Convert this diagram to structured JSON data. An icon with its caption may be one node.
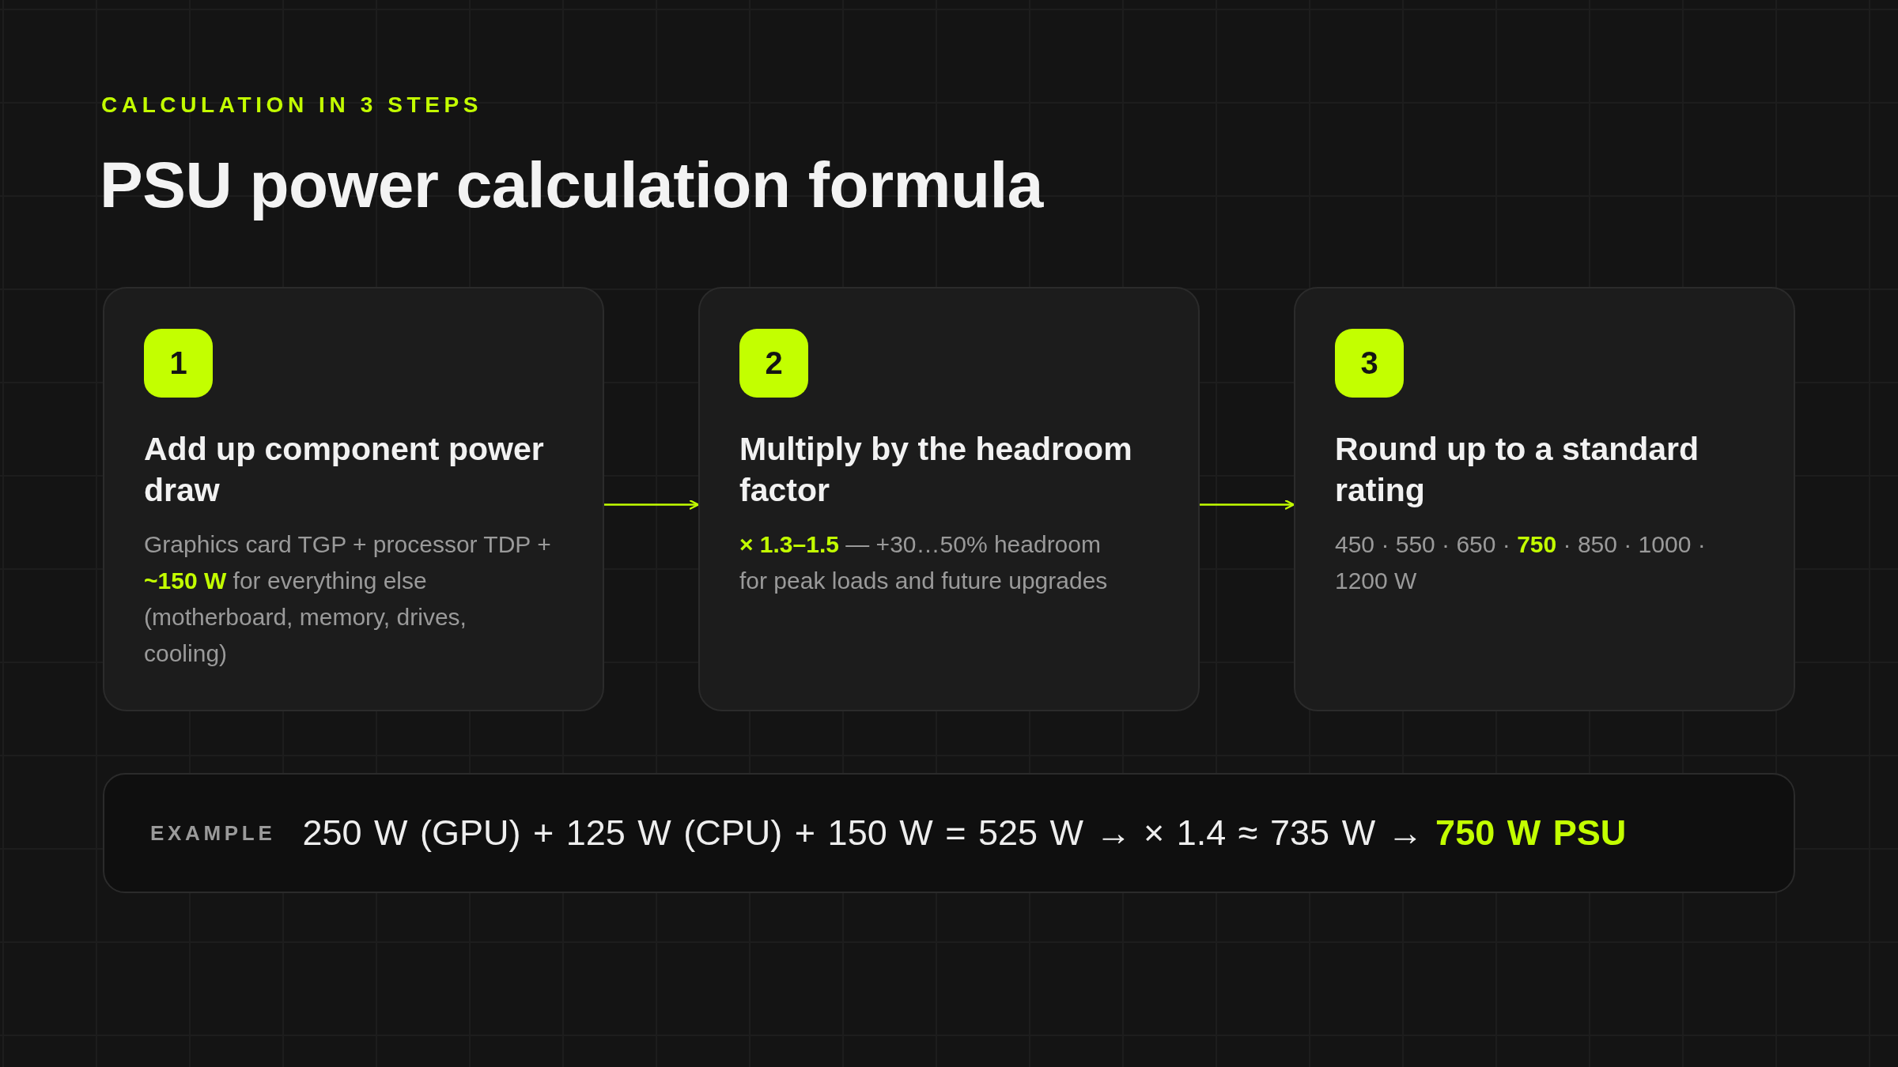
{
  "diagram": {
    "title": "PSU power calculation formula",
    "nodes": [
      {
        "text": [
          "Add up component power draw",
          "Graphics card TGP + processor TDP + **~150 W** for everything else (motherboard, memory, drives, cooling)"
        ]
      },
      {
        "text": [
          "1"
        ],
        "in": 0
      },
      {
        "text": [
          "Multiply by the headroom factor",
          "**× 1.3–1.5** — +30…50% headroom for peak loads and future upgrades"
        ]
      },
      {
        "text": [
          "2"
        ],
        "in": 2
      },
      {
        "text": [
          "Round up to a standard rating",
          "450 · 550 · 650 · **750** · 850 · 1000 · 1200 W"
        ]
      },
      {
        "text": [
          "3"
        ],
        "in": 4
      },
      {
        "text": [
          "EXAMPLE",
          "250 W (GPU) + 125 W (CPU) + 150 W = 525 W → × 1.4 ≈ 735 W → **750 W PSU**"
        ]
      }
    ],
    "edges": [
      {
        "from": 0,
        "to": 2,
        "arrow": "to"
      },
      {
        "from": 2,
        "to": 4,
        "arrow": "to"
      }
    ],
    "labels": [
      "CALCULATION IN 3 STEPS"
    ]
  }
}
